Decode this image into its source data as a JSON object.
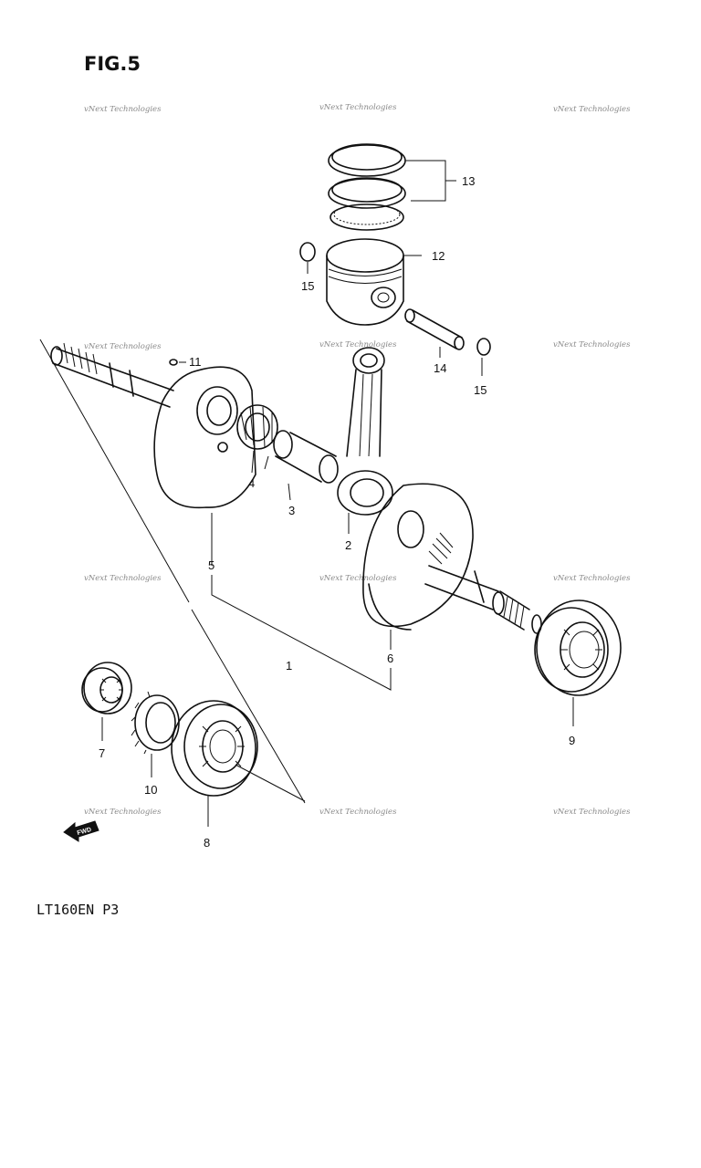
{
  "figure": {
    "title": "FIG.5"
  },
  "footer": {
    "code": "LT160EN P3"
  },
  "watermark": {
    "text": "vNext Technologies"
  },
  "callouts": [
    "1",
    "2",
    "3",
    "4",
    "5",
    "6",
    "7",
    "8",
    "9",
    "10",
    "11",
    "12",
    "13",
    "14",
    "15",
    "15"
  ],
  "direction_arrow": {
    "label": "FWD"
  }
}
